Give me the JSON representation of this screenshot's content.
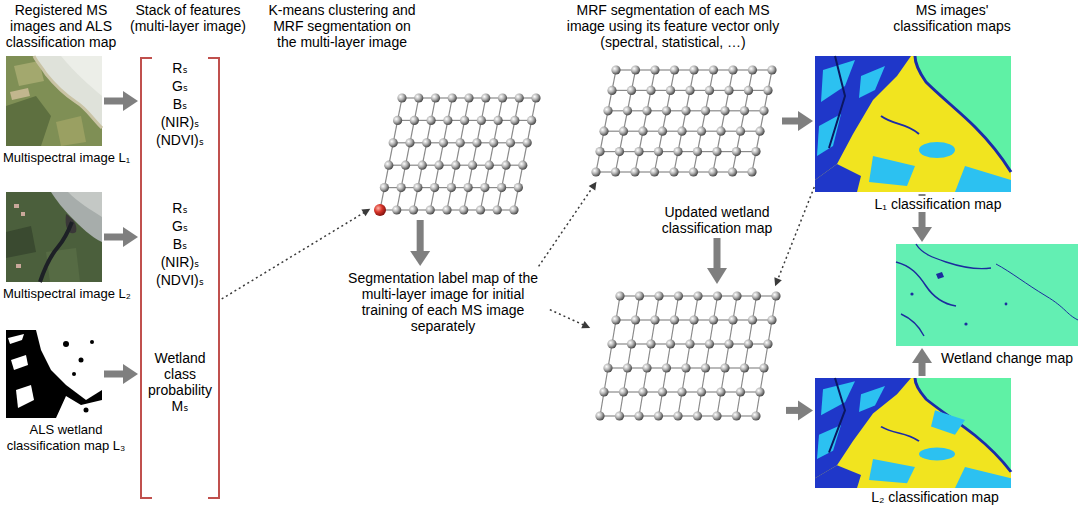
{
  "diagram": {
    "nodes": [
      {
        "text": [
          "Registered MS images and ALS classification map",
          "Multispectral image L₁"
        ]
      },
      {
        "text": [
          "Multispectral image L₂"
        ]
      },
      {
        "text": [
          "ALS wetland classification map L₃"
        ]
      },
      {
        "text": [
          "Stack of features (multi-layer image)",
          "Rₛ",
          "Gₛ",
          "Bₛ",
          "(NIR)ₛ",
          "(NDVI)ₛ",
          "Rₛ",
          "Gₛ",
          "Bₛ",
          "(NIR)ₛ",
          "(NDVI)ₛ",
          "Wetland class probability Mₛ"
        ]
      },
      {
        "text": [
          "K-means clustering and MRF segmentation on the multi-layer image"
        ]
      },
      {
        "text": [
          "Segmentation label map of the multi-layer image for initial training of each MS image separately"
        ]
      },
      {
        "text": [
          "MRF segmentation of each MS image using its feature vector only (spectral, statistical, …)"
        ]
      },
      {
        "text": [
          "Updated wetland classification map"
        ]
      },
      {
        "text": [
          "MS images' classification maps",
          "L₁ classification map"
        ]
      },
      {
        "text": [
          "Wetland change map"
        ]
      },
      {
        "text": [
          "L₂ classification map"
        ]
      }
    ],
    "edges": [
      {
        "from": 0,
        "to": 3,
        "arrow": "to"
      },
      {
        "from": 1,
        "to": 3,
        "arrow": "to"
      },
      {
        "from": 2,
        "to": 3,
        "arrow": "to"
      },
      {
        "from": 3,
        "to": 4,
        "arrow": "to"
      },
      {
        "from": 4,
        "to": 5,
        "arrow": "to"
      },
      {
        "from": 5,
        "to": 6,
        "arrow": "to"
      },
      {
        "from": 5,
        "to": 7,
        "arrow": "to"
      },
      {
        "from": 6,
        "to": 8,
        "arrow": "to"
      },
      {
        "from": 8,
        "to": 7,
        "arrow": "to"
      },
      {
        "from": 7,
        "to": 10,
        "arrow": "to"
      },
      {
        "from": 8,
        "to": 9,
        "arrow": "to"
      },
      {
        "from": 10,
        "to": 9,
        "arrow": "to"
      }
    ]
  }
}
